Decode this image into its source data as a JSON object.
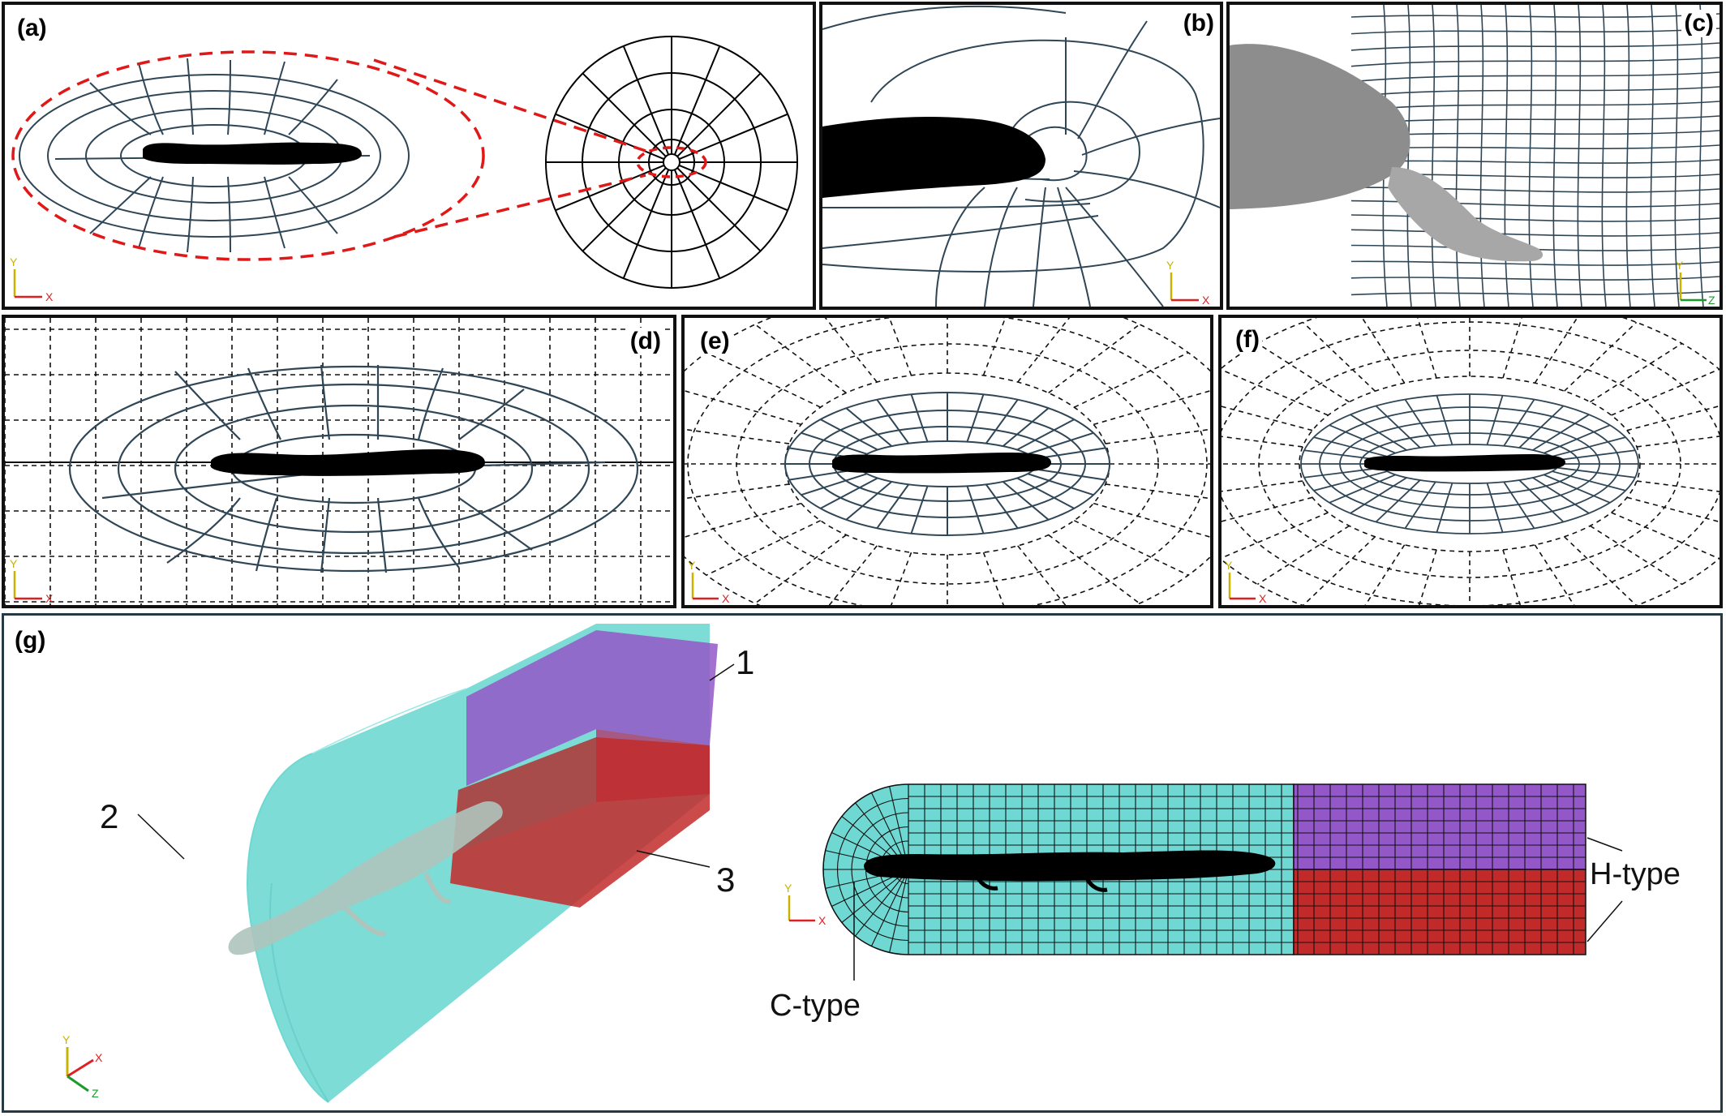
{
  "panels": {
    "a": {
      "label": "(a)"
    },
    "b": {
      "label": "(b)"
    },
    "c": {
      "label": "(c)"
    },
    "d": {
      "label": "(d)"
    },
    "e": {
      "label": "(e)"
    },
    "f": {
      "label": "(f)"
    },
    "g": {
      "label": "(g)"
    }
  },
  "axes": {
    "x": "X",
    "y": "Y",
    "z": "Z"
  },
  "block_numbers": {
    "one": "1",
    "two": "2",
    "three": "3"
  },
  "mesh_types": {
    "c_type": "C-type",
    "h_type": "H-type"
  },
  "colors": {
    "cyan": "#6fd8d2",
    "purple": "#9457c8",
    "red": "#c22a2a",
    "dash_red": "#e01818",
    "mesh": "#2f4656",
    "axis_x": "#e02020",
    "axis_y": "#c8b400",
    "axis_z": "#1a9a2a"
  },
  "icons": {
    "body": "salamander-silhouette",
    "triad": "coordinate-triad-icon"
  }
}
